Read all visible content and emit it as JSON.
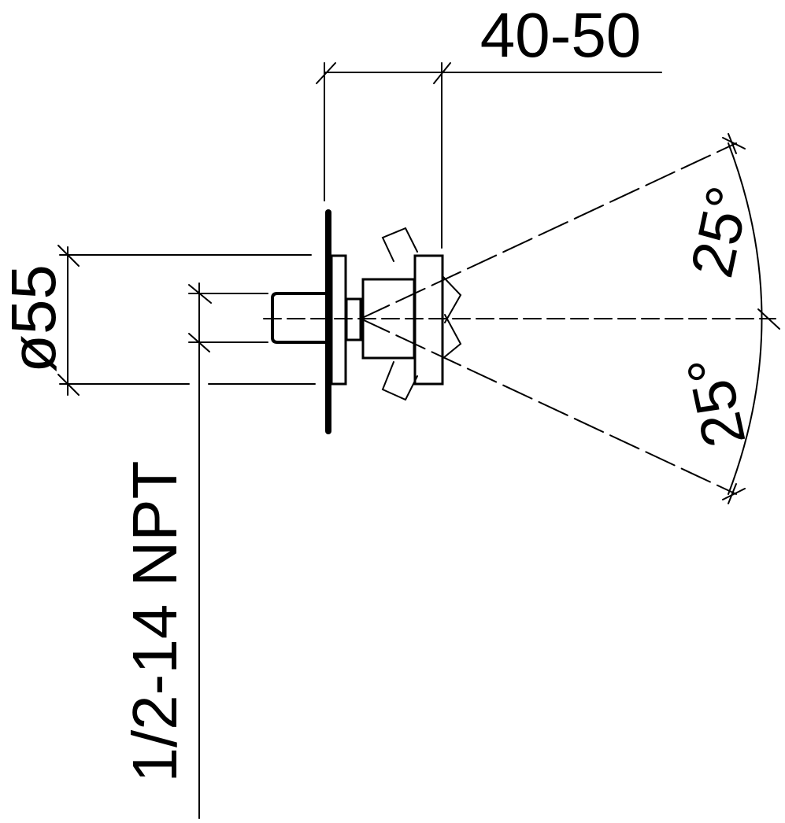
{
  "drawing": {
    "type": "technical-drawing",
    "subject": "wall-mounted valve handle side view",
    "dimensions": {
      "projection": "40-50",
      "diameter": "ø55",
      "thread": "1/2-14 NPT",
      "angle_upper": "25°",
      "angle_lower": "25°"
    },
    "colors": {
      "line": "#000000",
      "background": "#ffffff"
    }
  }
}
